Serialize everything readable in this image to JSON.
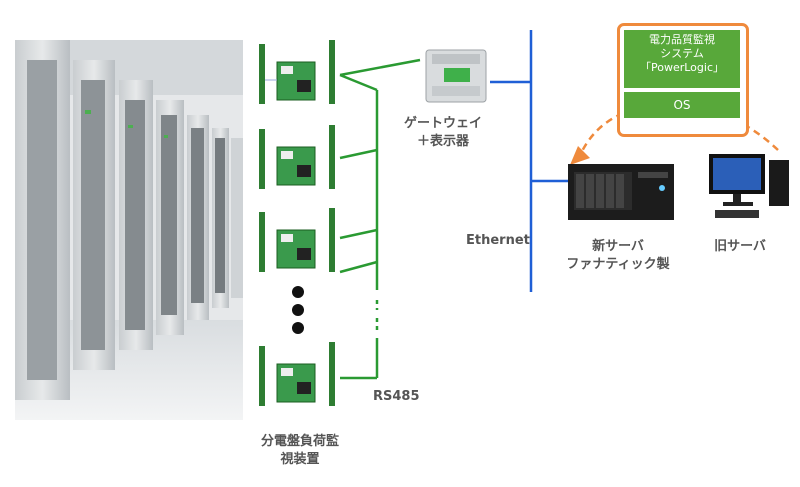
{
  "labels": {
    "gateway": "ゲートウェイ\n＋表示器",
    "ethernet": "Ethernet",
    "rs485": "RS485",
    "panel_monitor": "分電盤負荷監\n視装置",
    "new_server": "新サーバ\nファナティック製",
    "old_server": "旧サーバ",
    "software": "電力品質監視\nシステム\n「PowerLogic」",
    "os": "OS"
  },
  "colors": {
    "rs485_line": "#2a9a32",
    "ethernet_line": "#1f5fd6",
    "accent_orange": "#ef8a3c",
    "software_green": "#58a83a"
  },
  "icons": {
    "photo": "data-center-photo",
    "board": "monitor-board-icon",
    "gateway": "gateway-device-icon",
    "new_server": "rack-server-icon",
    "old_server": "desktop-pc-icon"
  }
}
